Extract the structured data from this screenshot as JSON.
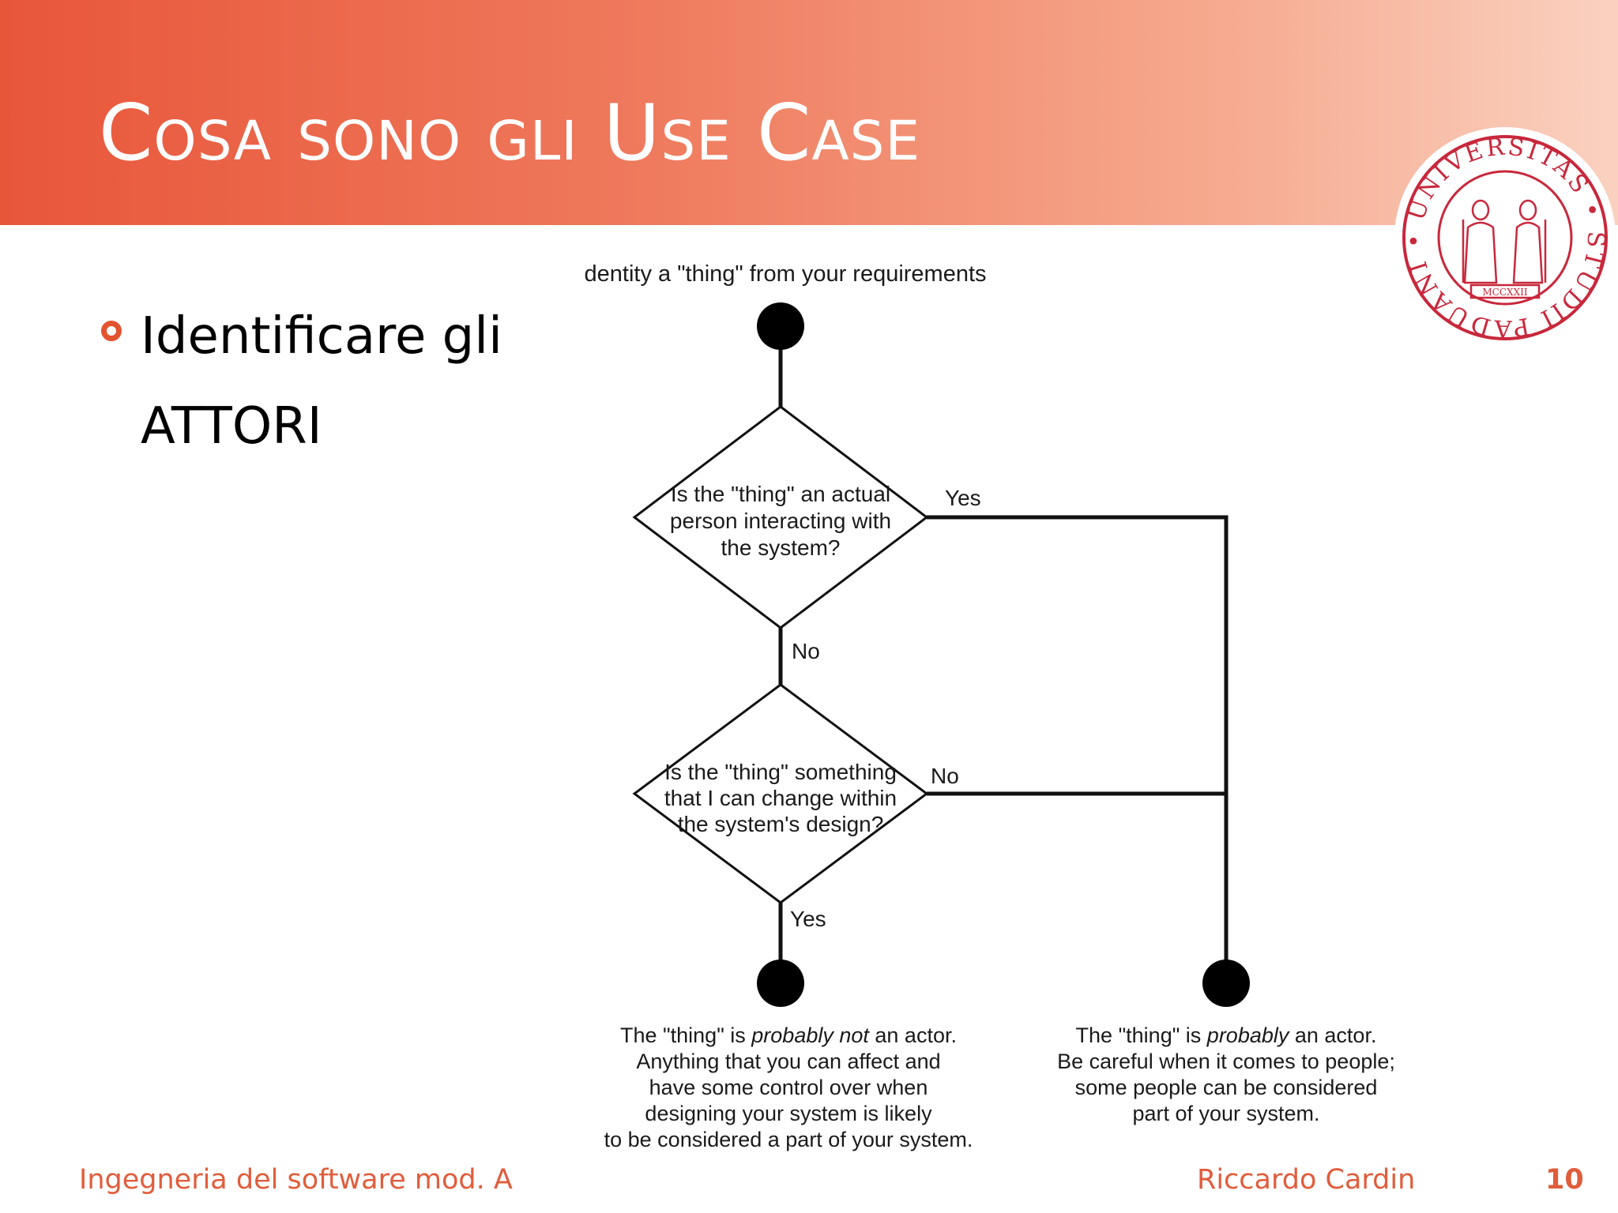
{
  "slide": {
    "title": "Cosa sono gli Use Case",
    "bullet_line1": "Identificare gli",
    "bullet_line2": "ATTORI",
    "accent_color": "#e4532f"
  },
  "seal": {
    "ring_text": "UNIVERSITAS • STUDII PADUANI •",
    "year_text": "MCCXXII",
    "color": "#c8283c"
  },
  "flowchart": {
    "start_label": "Identity a \"thing\" from your requirements",
    "decision1": [
      "Is the \"thing\" an actual",
      "person interacting with",
      "the system?"
    ],
    "decision1_yes": "Yes",
    "decision1_no": "No",
    "decision2": [
      "Is the \"thing\" something",
      "that I can change within",
      "the system's design?"
    ],
    "decision2_no": "No",
    "decision2_yes": "Yes",
    "end_left": {
      "line1_prefix": "The \"thing\" is ",
      "line1_emph": "probably not",
      "line1_suffix": " an actor.",
      "lines": [
        "Anything that you can affect and",
        "have some control over when",
        "designing your system is likely",
        "to be considered a part of your system."
      ]
    },
    "end_right": {
      "line1_prefix": "The \"thing\" is ",
      "line1_emph": "probably",
      "line1_suffix": " an actor.",
      "lines": [
        "Be careful when it comes to people;",
        "some people can be considered",
        "part of your system."
      ]
    }
  },
  "footer": {
    "course": "Ingegneria del software mod. A",
    "author": "Riccardo Cardin",
    "page_number": "10"
  }
}
